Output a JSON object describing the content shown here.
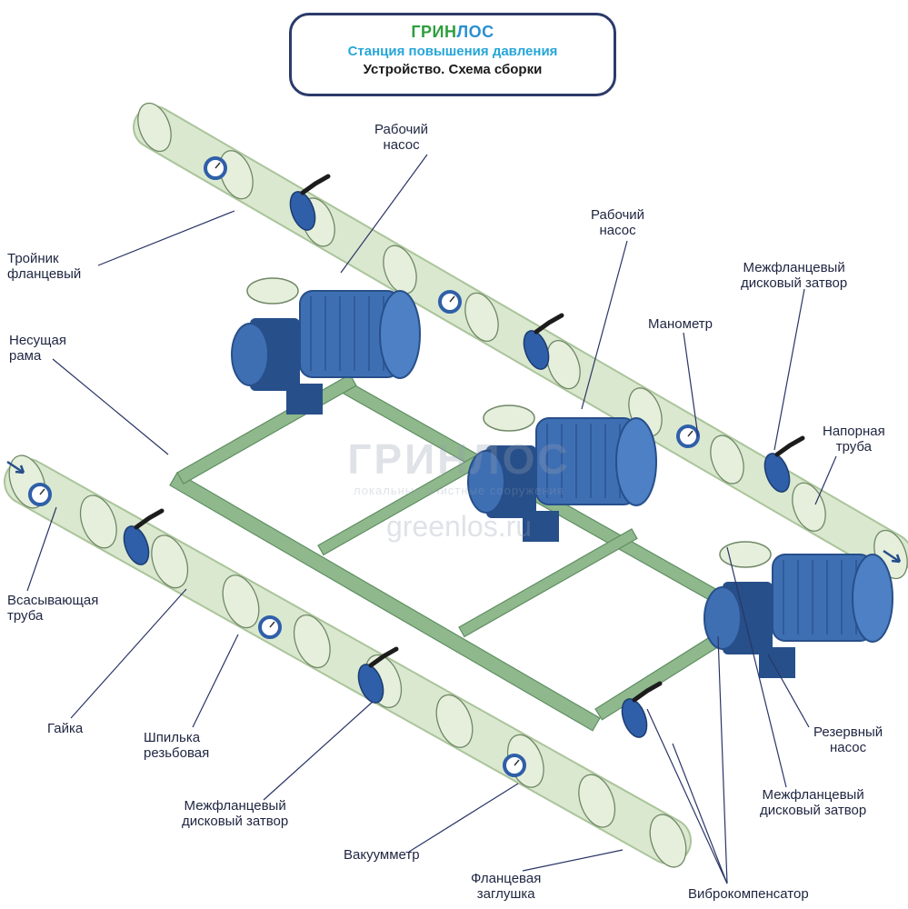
{
  "title": {
    "brand_part1": "ГРИН",
    "brand_part2": "ЛОС",
    "subtitle": "Станция повышения давления",
    "caption": "Устройство. Схема сборки"
  },
  "watermark": {
    "brand": "ГРИНЛОС",
    "tagline": "локальные очистные сооружения",
    "site": "greenlos.ru"
  },
  "labels": {
    "working_pump_1": [
      "Рабочий",
      "насос"
    ],
    "working_pump_2": [
      "Рабочий",
      "насос"
    ],
    "tee_flanged": [
      "Тройник",
      "фланцевый"
    ],
    "support_frame": [
      "Несущая",
      "рама"
    ],
    "wafer_valve_top": [
      "Межфланцевый",
      "дисковый затвор"
    ],
    "manometer": [
      "Манометр"
    ],
    "discharge_pipe": [
      "Напорная",
      "труба"
    ],
    "suction_pipe": [
      "Всасывающая",
      "труба"
    ],
    "nut": [
      "Гайка"
    ],
    "threaded_stud": [
      "Шпилька",
      "резьбовая"
    ],
    "wafer_valve_bottom": [
      "Межфланцевый",
      "дисковый затвор"
    ],
    "vacuum_gauge": [
      "Вакуумметр"
    ],
    "flange_plug": [
      "Фланцевая",
      "заглушка"
    ],
    "vibration_compensator": [
      "Виброкомпенсатор"
    ],
    "standby_pump": [
      "Резервный",
      "насос"
    ],
    "wafer_valve_right": [
      "Межфланцевый",
      "дисковый затвор"
    ]
  },
  "colors": {
    "pipe": "#d9e8cf",
    "pipe_dark": "#aac49a",
    "flange": "#e6efdc",
    "frame": "#8fb88c",
    "frame_dark": "#5f8f63",
    "motor": "#3f6fb3",
    "motor_dark": "#274f8a",
    "valve": "#2f5fa8",
    "handle": "#1c1c1c",
    "leader": "#2a3566",
    "brand_green": "#2e9e3e",
    "brand_blue": "#2a8fd0"
  }
}
